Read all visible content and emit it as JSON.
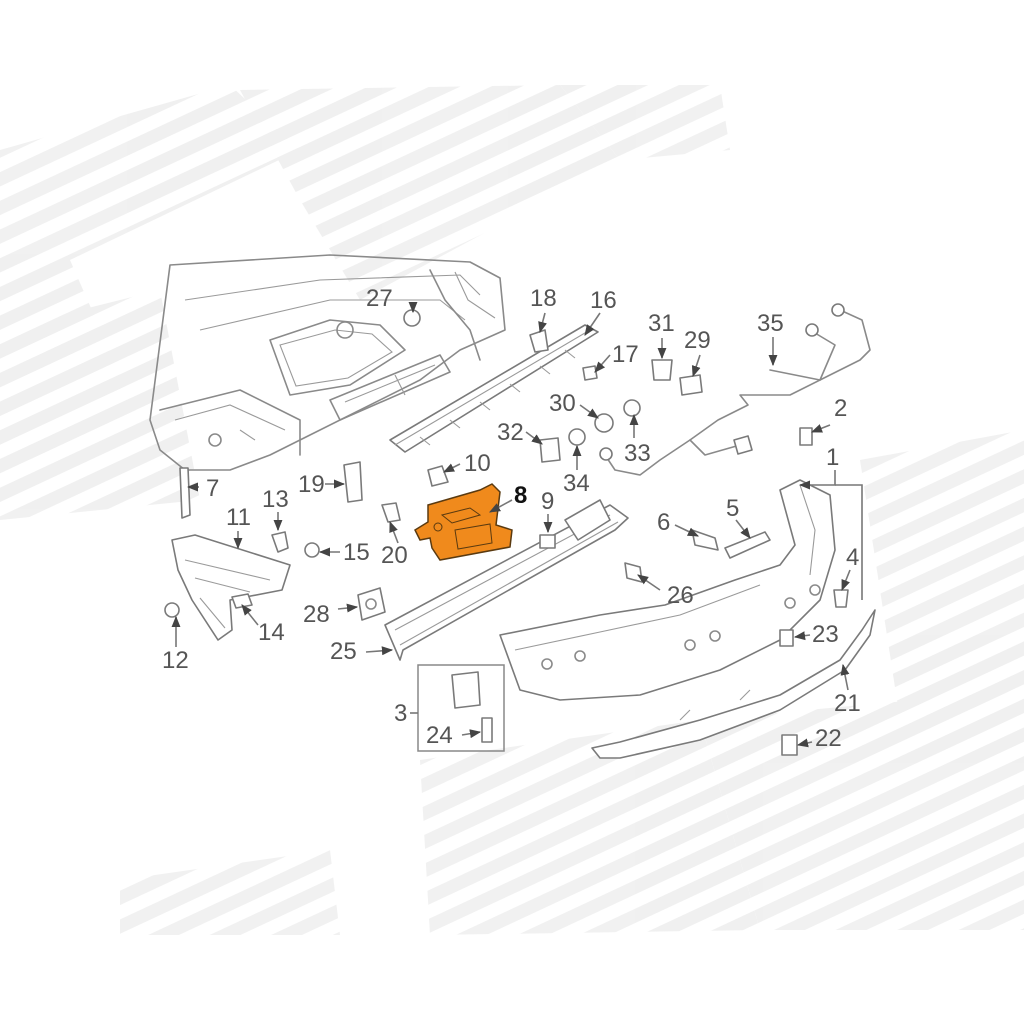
{
  "highlight_color": "#f08a1c",
  "callouts": [
    {
      "id": "1",
      "label": "1"
    },
    {
      "id": "2",
      "label": "2"
    },
    {
      "id": "3",
      "label": "3"
    },
    {
      "id": "4",
      "label": "4"
    },
    {
      "id": "5",
      "label": "5"
    },
    {
      "id": "6",
      "label": "6"
    },
    {
      "id": "7",
      "label": "7"
    },
    {
      "id": "8",
      "label": "8",
      "highlighted": true
    },
    {
      "id": "9",
      "label": "9"
    },
    {
      "id": "10",
      "label": "10"
    },
    {
      "id": "11",
      "label": "11"
    },
    {
      "id": "12",
      "label": "12"
    },
    {
      "id": "13",
      "label": "13"
    },
    {
      "id": "14",
      "label": "14"
    },
    {
      "id": "15",
      "label": "15"
    },
    {
      "id": "16",
      "label": "16"
    },
    {
      "id": "17",
      "label": "17"
    },
    {
      "id": "18",
      "label": "18"
    },
    {
      "id": "19",
      "label": "19"
    },
    {
      "id": "20",
      "label": "20"
    },
    {
      "id": "21",
      "label": "21"
    },
    {
      "id": "22",
      "label": "22"
    },
    {
      "id": "23",
      "label": "23"
    },
    {
      "id": "24",
      "label": "24"
    },
    {
      "id": "25",
      "label": "25"
    },
    {
      "id": "26",
      "label": "26"
    },
    {
      "id": "27",
      "label": "27"
    },
    {
      "id": "28",
      "label": "28"
    },
    {
      "id": "29",
      "label": "29"
    },
    {
      "id": "30",
      "label": "30"
    },
    {
      "id": "31",
      "label": "31"
    },
    {
      "id": "32",
      "label": "32"
    },
    {
      "id": "33",
      "label": "33"
    },
    {
      "id": "34",
      "label": "34"
    },
    {
      "id": "35",
      "label": "35"
    }
  ]
}
